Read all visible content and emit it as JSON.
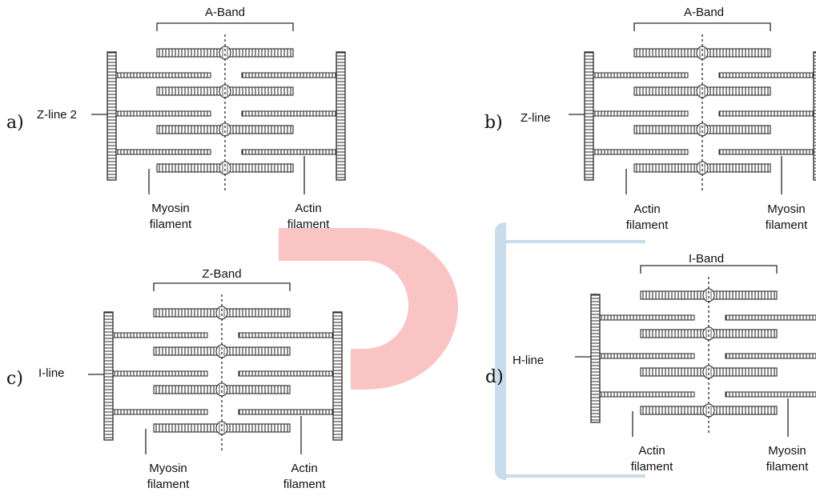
{
  "colors": {
    "line": "#2a2a2a",
    "decor_red": "#fbc4c4",
    "decor_blue": "#c8dcec"
  },
  "panels": [
    {
      "option": "a)",
      "band_label": "A-Band",
      "side_label": "Z-line 2",
      "left_bottom_label": [
        "Myosin",
        "filament"
      ],
      "right_bottom_label": [
        "Actin",
        "filament"
      ]
    },
    {
      "option": "b)",
      "band_label": "A-Band",
      "side_label": "Z-line",
      "left_bottom_label": [
        "Actin",
        "filament"
      ],
      "right_bottom_label": [
        "Myosin",
        "filament"
      ]
    },
    {
      "option": "c)",
      "band_label": "Z-Band",
      "side_label": "I-line",
      "left_bottom_label": [
        "Myosin",
        "filament"
      ],
      "right_bottom_label": [
        "Actin",
        "filament"
      ]
    },
    {
      "option": "d)",
      "band_label": "I-Band",
      "side_label": "H-line",
      "left_bottom_label": [
        "Actin",
        "filament"
      ],
      "right_bottom_label": [
        "Myosin",
        "filament"
      ]
    }
  ]
}
